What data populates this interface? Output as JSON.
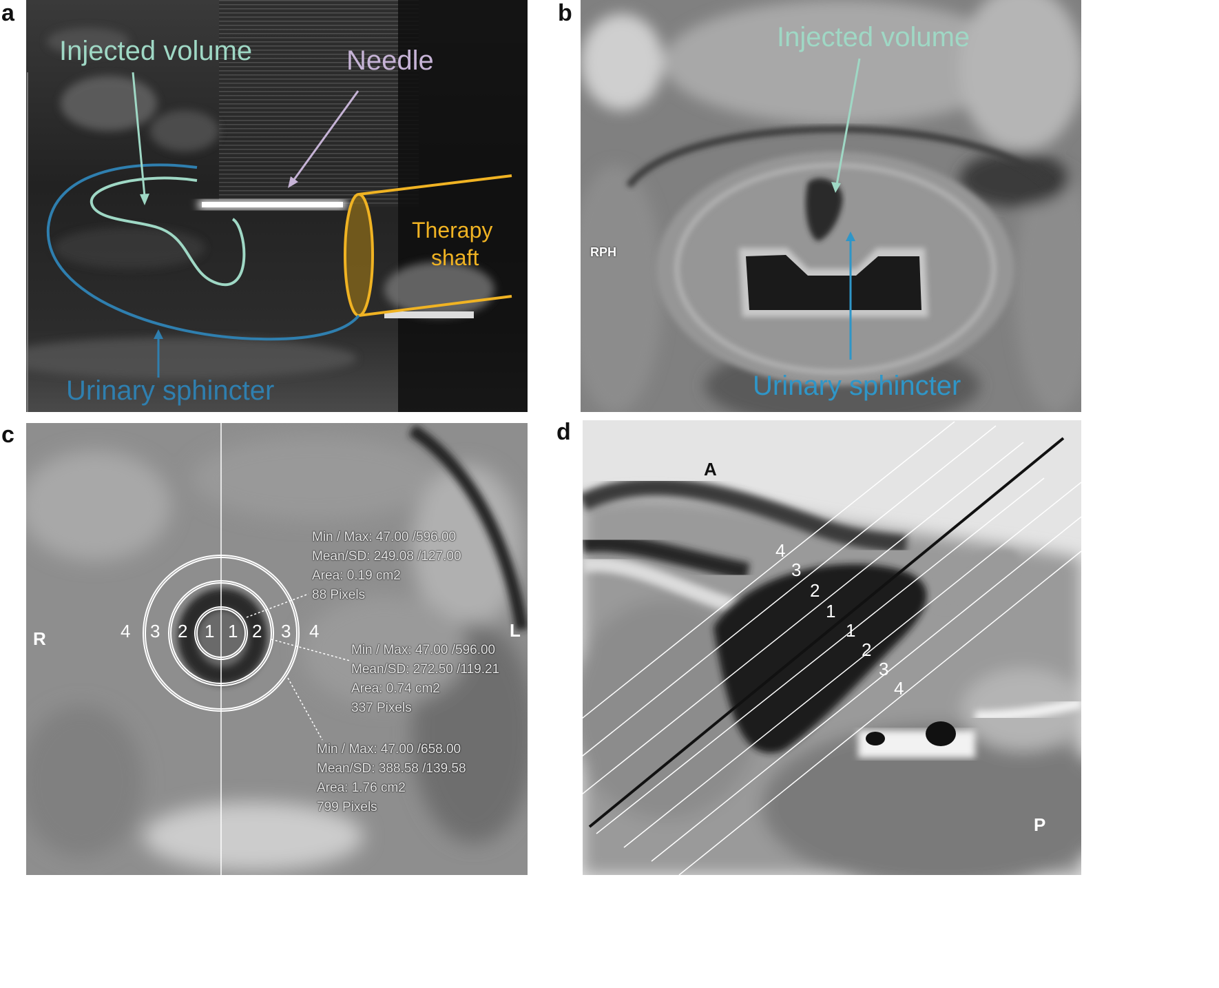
{
  "panels": {
    "a": {
      "letter": "a",
      "labels": {
        "injected": "Injected volume",
        "needle": "Needle",
        "therapy1": "Therapy",
        "therapy2": "shaft",
        "sphincter": "Urinary sphincter"
      },
      "colors": {
        "injected": "#9fd8c5",
        "needle": "#c6b3d6",
        "therapy": "#f0b323",
        "sphincter": "#2f7faf"
      }
    },
    "b": {
      "letter": "b",
      "labels": {
        "injected": "Injected volume",
        "sphincter": "Urinary sphincter",
        "rph": "RPH"
      },
      "colors": {
        "injected": "#9fd8c5",
        "sphincter": "#2f96c8"
      }
    },
    "c": {
      "letter": "c",
      "orient": {
        "right": "R",
        "left": "L"
      },
      "rings_left": [
        "4",
        "3",
        "2",
        "1"
      ],
      "rings_right": [
        "1",
        "2",
        "3",
        "4"
      ],
      "stats": [
        {
          "minmax": "Min / Max: 47.00 /596.00",
          "mean": "Mean/SD: 249.08 /127.00",
          "area": "Area: 0.19 cm2",
          "pixels": "88 Pixels"
        },
        {
          "minmax": "Min / Max: 47.00 /596.00",
          "mean": "Mean/SD: 272.50 /119.21",
          "area": "Area: 0.74 cm2",
          "pixels": "337 Pixels"
        },
        {
          "minmax": "Min / Max: 47.00 /658.00",
          "mean": "Mean/SD: 388.58 /139.58",
          "area": "Area: 1.76 cm2",
          "pixels": "799 Pixels"
        }
      ]
    },
    "d": {
      "letter": "d",
      "orient": {
        "anterior": "A",
        "posterior": "P"
      },
      "upper_numbers": [
        "4",
        "3",
        "2",
        "1"
      ],
      "lower_numbers": [
        "1",
        "2",
        "3",
        "4"
      ]
    }
  }
}
